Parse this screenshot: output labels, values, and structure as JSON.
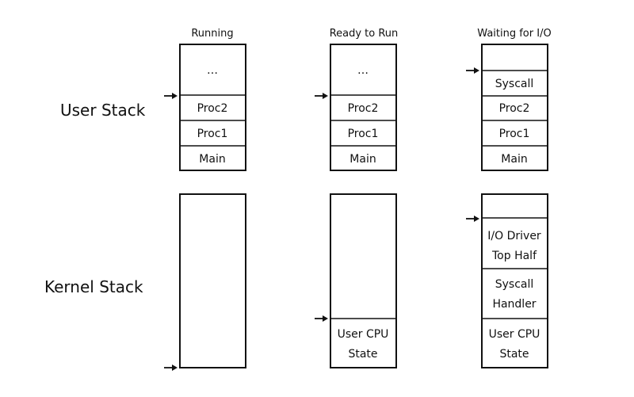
{
  "row_labels": {
    "user": "User Stack",
    "kernel": "Kernel Stack"
  },
  "columns": [
    {
      "title": "Running",
      "user_stack": [
        "…",
        "Proc2",
        "Proc1",
        "Main"
      ],
      "kernel_stack": []
    },
    {
      "title": "Ready to Run",
      "user_stack": [
        "…",
        "Proc2",
        "Proc1",
        "Main"
      ],
      "kernel_stack": [
        [
          "User CPU",
          "State"
        ]
      ]
    },
    {
      "title": "Waiting for I/O",
      "user_stack": [
        "",
        "Syscall",
        "Proc2",
        "Proc1",
        "Main"
      ],
      "kernel_stack": [
        [
          "",
          ""
        ],
        [
          "I/O Driver",
          "Top Half"
        ],
        [
          "Syscall",
          "Handler"
        ],
        [
          "User CPU",
          "State"
        ]
      ]
    }
  ]
}
